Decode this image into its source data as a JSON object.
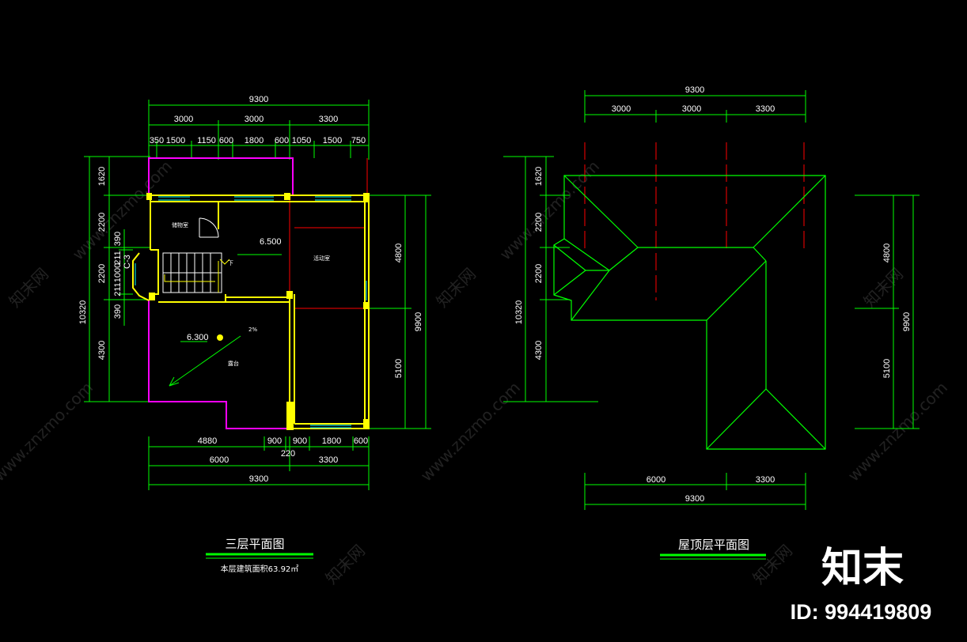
{
  "plan3": {
    "title": "三层平面图",
    "area_note": "本层建筑面积63.92㎡",
    "top_total": "9300",
    "top_mid": [
      "3000",
      "3000",
      "3300"
    ],
    "top_detail": [
      "350",
      "1500",
      "1150",
      "600",
      "1800",
      "600",
      "1050",
      "1500",
      "750"
    ],
    "bottom_detail": [
      "4880",
      "900",
      "900",
      "1800",
      "600"
    ],
    "bottom_extra": "220",
    "bottom_mid": [
      "6000",
      "3300"
    ],
    "bottom_total": "9300",
    "left_detail": [
      "1620",
      "2200",
      "2200",
      "4300"
    ],
    "left_stair": [
      "390",
      "211",
      "1000",
      "211",
      "390"
    ],
    "left_total": "10320",
    "right_detail": [
      "4800",
      "5100"
    ],
    "right_total": "9900",
    "room_storage": "储物室",
    "room_activity": "活动室",
    "room_terrace": "露台",
    "level_1": "6.500",
    "level_2": "6.300",
    "slope": "2%",
    "stair_down": "下",
    "window_tag": "C-3"
  },
  "roof": {
    "title": "屋顶层平面图",
    "top_total": "9300",
    "top_mid": [
      "3000",
      "3000",
      "3300"
    ],
    "bottom_mid": [
      "6000",
      "3300"
    ],
    "bottom_total": "9300",
    "left_detail": [
      "1620",
      "2200",
      "2200",
      "4300"
    ],
    "left_total": "10320",
    "right_detail": [
      "4800",
      "5100"
    ],
    "right_total": "9900"
  },
  "watermark": {
    "text_cn": "知末网",
    "text_url": "www.znzmo.com",
    "brand": "知末",
    "id_label": "ID: 994419809"
  },
  "colors": {
    "background": "#000000",
    "dimension": "#00ff00",
    "axis": "#ff0000",
    "wall": "#ffff00",
    "outline": "#ff00ff",
    "window": "#00ffff",
    "text": "#ffffff"
  }
}
